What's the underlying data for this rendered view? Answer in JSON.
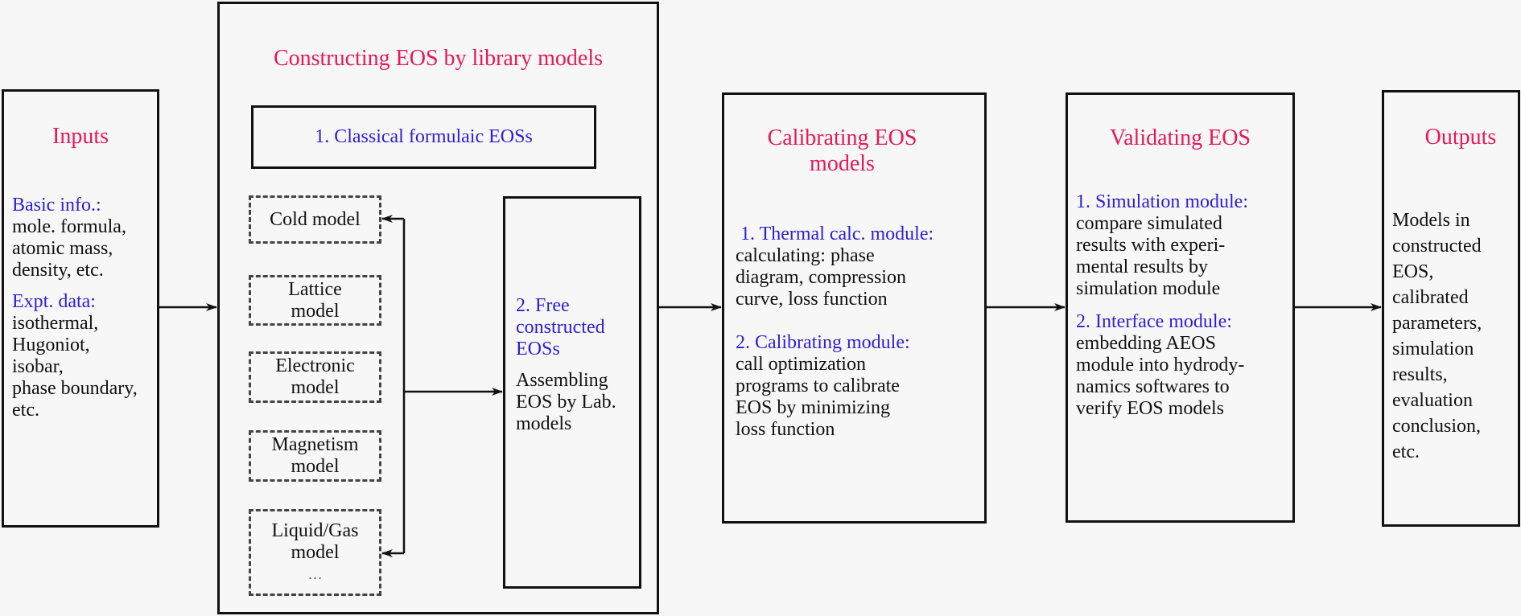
{
  "inputs": {
    "title": "Inputs",
    "basic_label": "Basic info.:",
    "basic_lines": [
      "mole. formula,",
      "atomic mass,",
      "density, etc."
    ],
    "expt_label": "Expt. data:",
    "expt_lines": [
      "isothermal,",
      "Hugoniot,",
      "isobar,",
      "phase boundary,",
      "etc."
    ]
  },
  "constructing": {
    "title": "Constructing EOS by library models",
    "classical_label": "1. Classical formulaic EOSs",
    "library_models": [
      {
        "line1": "Cold model",
        "line2": ""
      },
      {
        "line1": "Lattice",
        "line2": "model"
      },
      {
        "line1": "Electronic",
        "line2": "model"
      },
      {
        "line1": "Magnetism",
        "line2": "model"
      },
      {
        "line1": "Liquid/Gas",
        "line2": "model",
        "line3": "…"
      }
    ],
    "free_label_lines": [
      "2. Free",
      "constructed",
      "EOSs"
    ],
    "free_body_lines": [
      "Assembling",
      "EOS by Lab.",
      "models"
    ]
  },
  "calibrating": {
    "title_lines": [
      "Calibrating EOS",
      "models"
    ],
    "module1_label": "1. Thermal calc. module:",
    "module1_lines": [
      "calculating: phase",
      "diagram, compression",
      "curve, loss function"
    ],
    "module2_label": "2. Calibrating module:",
    "module2_lines": [
      "call optimization",
      "programs to calibrate",
      "EOS by minimizing",
      "loss function"
    ]
  },
  "validating": {
    "title": "Validating EOS",
    "module1_label": "1. Simulation module:",
    "module1_lines": [
      "compare simulated",
      "results with experi-",
      "mental results by",
      "simulation module"
    ],
    "module2_label": "2. Interface module:",
    "module2_lines": [
      "embedding AEOS",
      "module into hydrody-",
      "namics softwares to",
      "verify EOS models"
    ]
  },
  "outputs": {
    "title": "Outputs",
    "lines": [
      "Models in",
      "constructed",
      "EOS,",
      "calibrated",
      "parameters,",
      "simulation",
      "results,",
      "evaluation",
      "conclusion,",
      "etc."
    ]
  },
  "colors": {
    "title": "#e6185a",
    "subheading": "#2b1fd2",
    "body": "#111111",
    "background": "#f7f7f7"
  }
}
